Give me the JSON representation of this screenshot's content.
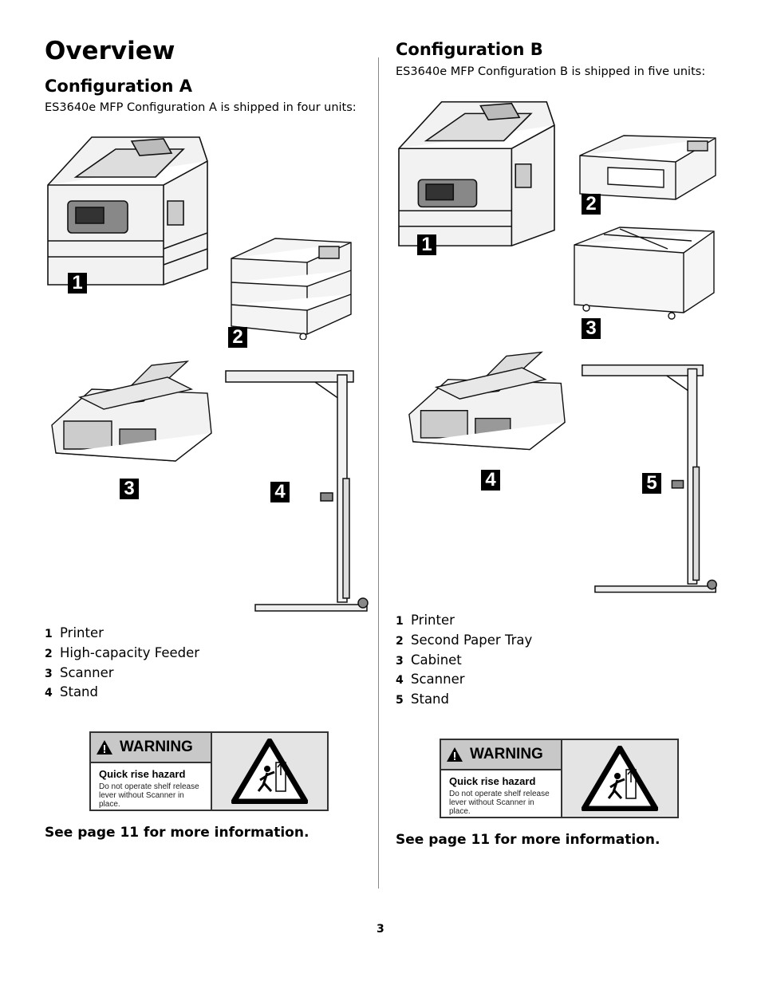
{
  "title": "Overview",
  "left": {
    "heading": "Configuration A",
    "intro": "ES3640e MFP Configuration A is shipped in four units:",
    "labels": [
      "1",
      "2",
      "3",
      "4"
    ],
    "legend": [
      {
        "num": "1",
        "text": "Printer"
      },
      {
        "num": "2",
        "text": "High-capacity Feeder"
      },
      {
        "num": "3",
        "text": "Scanner"
      },
      {
        "num": "4",
        "text": "Stand"
      }
    ],
    "see_more": "See page 11 for more information."
  },
  "right": {
    "heading": "Configuration B",
    "intro": "ES3640e MFP Configuration B is shipped in five units:",
    "labels": [
      "1",
      "2",
      "3",
      "4",
      "5"
    ],
    "legend": [
      {
        "num": "1",
        "text": "Printer"
      },
      {
        "num": "2",
        "text": "Second Paper Tray"
      },
      {
        "num": "3",
        "text": "Cabinet"
      },
      {
        "num": "4",
        "text": "Scanner"
      },
      {
        "num": "5",
        "text": "Stand"
      }
    ],
    "see_more": "See page 11 for more information."
  },
  "warning_label": {
    "title": "WARNING",
    "subtitle": "Quick rise hazard",
    "text": "Do not operate shelf release lever without Scanner in place."
  },
  "icons": [
    "printer-illustration",
    "feeder-illustration",
    "scanner-illustration",
    "stand-illustration",
    "paper-tray-illustration",
    "cabinet-illustration",
    "warning-triangle-icon",
    "quick-rise-hazard-icon"
  ],
  "page_number": "3"
}
